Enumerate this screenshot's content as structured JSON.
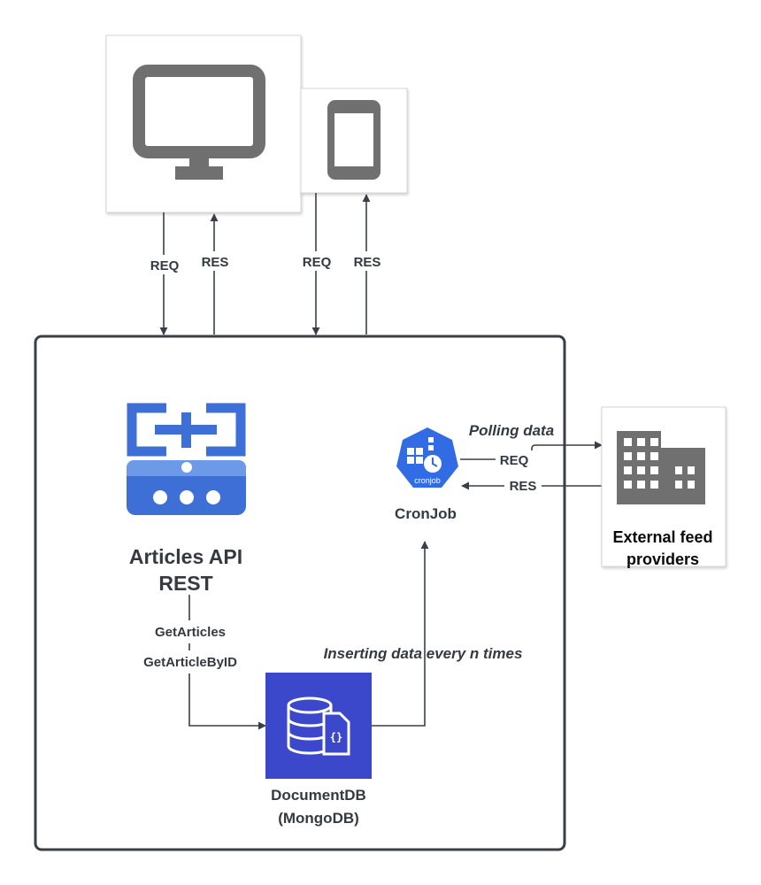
{
  "clients": {
    "desktop": {
      "req_label": "REQ",
      "res_label": "RES"
    },
    "mobile": {
      "req_label": "REQ",
      "res_label": "RES"
    }
  },
  "api": {
    "title_line1": "Articles API",
    "title_line2": "REST",
    "endpoints": [
      "GetArticles",
      "GetArticleByID"
    ]
  },
  "cronjob": {
    "icon_text": "cronjob",
    "label": "CronJob",
    "polling_label": "Polling data",
    "req_label": "REQ",
    "res_label": "RES",
    "inserting_label": "Inserting data every n times"
  },
  "database": {
    "label_line1": "DocumentDB",
    "label_line2": "(MongoDB)"
  },
  "external": {
    "label_line1": "External feed",
    "label_line2": "providers"
  },
  "colors": {
    "icon_gray": "#707070",
    "api_blue": "#3d6fd6",
    "k8s_blue": "#326ce5",
    "db_blue": "#3b48cc",
    "container_border": "#3a3f47"
  }
}
